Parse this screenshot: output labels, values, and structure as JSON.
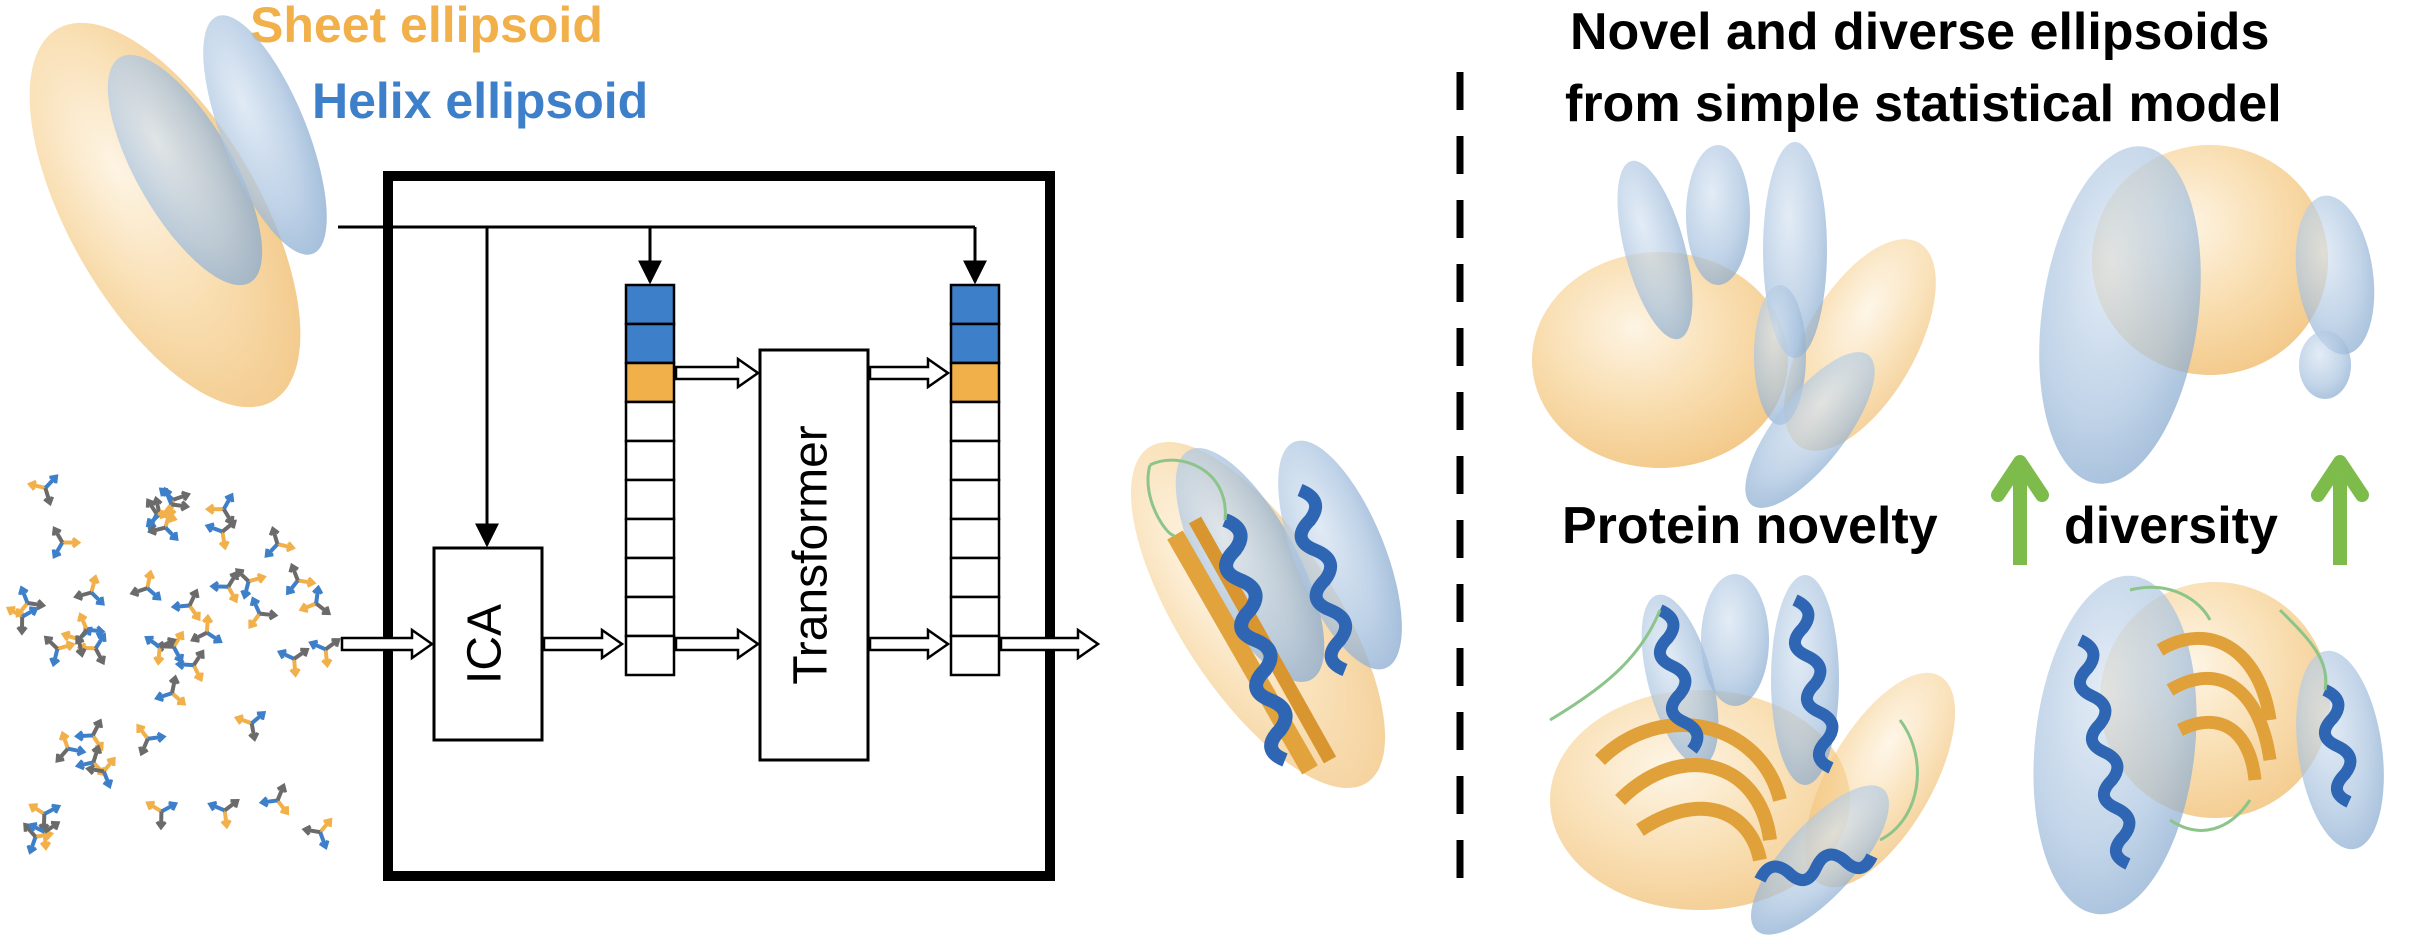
{
  "colors": {
    "sheet": "#f2b04a",
    "helix": "#3d7fc9",
    "gray_arrow": "#6b6b6b",
    "up_arrow": "#7dbb4b",
    "sheet_fill": "#f6ca84",
    "helix_fill": "#9db9d8"
  },
  "legend": {
    "sheet_label": "Sheet ellipsoid",
    "helix_label": "Helix ellipsoid"
  },
  "model": {
    "ica_label": "ICA",
    "transformer_label": "Transformer"
  },
  "right_panel": {
    "title_line1": "Novel and diverse ellipsoids",
    "title_line2": "from simple statistical model",
    "novelty_label": "Protein novelty",
    "diversity_label": "diversity",
    "novelty_arrow_icon": "arrow-up-icon",
    "diversity_arrow_icon": "arrow-up-icon"
  }
}
